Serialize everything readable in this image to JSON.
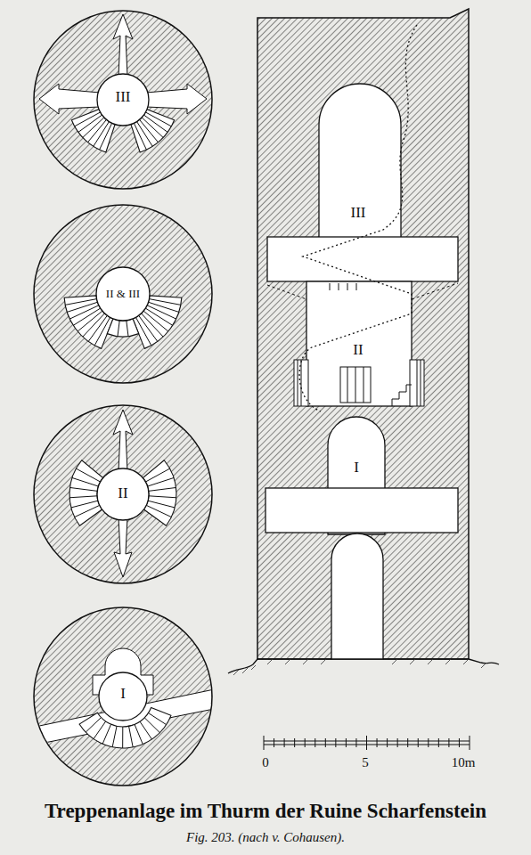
{
  "diagram": {
    "caption": "Treppenanlage im Thurm der Ruine Scharfenstein",
    "labels": [
      "III",
      "II & III",
      "II",
      "I",
      "III",
      "II",
      "I",
      "0",
      "5",
      "10m",
      "Fig. 203. (nach v. Cohausen)."
    ]
  }
}
